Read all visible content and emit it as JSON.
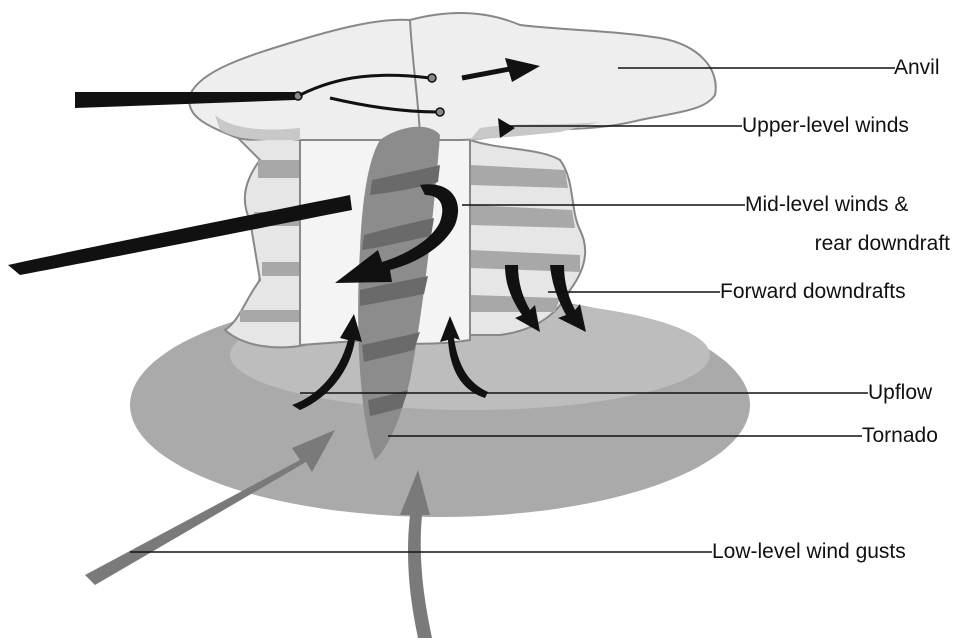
{
  "diagram": {
    "labels": {
      "anvil": "Anvil",
      "upper_level_winds": "Upper-level winds",
      "mid_level_winds_line1": "Mid-level winds &",
      "mid_level_winds_line2": "rear downdraft",
      "forward_downdrafts": "Forward downdrafts",
      "upflow": "Upflow",
      "tornado": "Tornado",
      "low_level_wind_gusts": "Low-level wind gusts"
    },
    "colors": {
      "ground": "#aaaaaa",
      "ground_inner": "#bdbdbd",
      "cloud_fill": "#eeeeee",
      "cloud_outline": "#888888",
      "cloud_band": "#a8a8a8",
      "tornado": "#8c8c8c",
      "tornado_stripe": "#6a6a6a",
      "arrow_dark": "#111111",
      "arrow_gray": "#7a7a7a"
    }
  }
}
